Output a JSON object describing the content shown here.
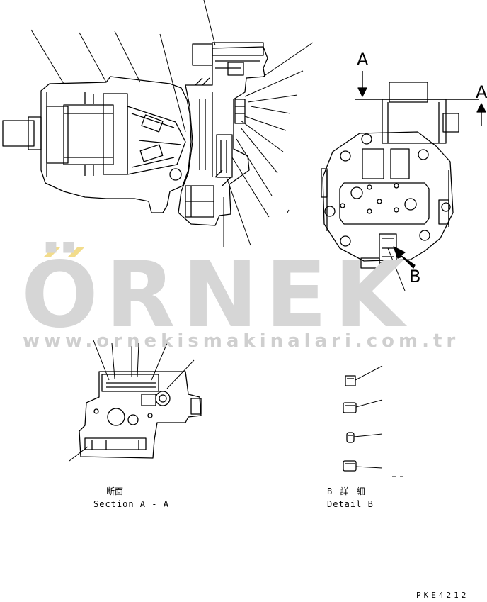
{
  "watermark": {
    "brand": "ÖRNEK",
    "url": "www.ornekismakinalari.com.tr",
    "accent_color": "#f2dc8c"
  },
  "section_marks": {
    "left": "A",
    "right": "A",
    "detail": "B"
  },
  "captions": {
    "section_jp": "断面",
    "section_en": "Section A - A",
    "detail_jp": "B 詳 細",
    "detail_en": "Detail B"
  },
  "part_code": "PKE4212",
  "colors": {
    "line": "#000000",
    "watermark_gray": "#d6d6d6"
  }
}
